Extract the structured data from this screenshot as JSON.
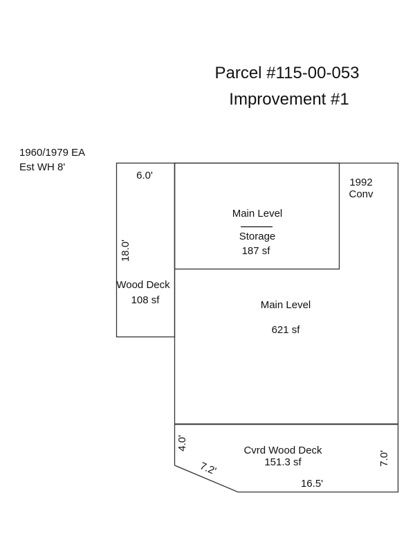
{
  "title": {
    "line1": "Parcel #115-00-053",
    "line2": "Improvement #1"
  },
  "notes": {
    "line1": "1960/1979 EA",
    "line2": "Est WH 8'"
  },
  "addition_note": {
    "line1": "1992",
    "line2": "Conv"
  },
  "areas": {
    "wood_deck": {
      "name": "Wood Deck",
      "area": "108 sf",
      "width": "6.0'",
      "length": "18.0'"
    },
    "storage": {
      "name_top": "Main Level",
      "name": "Storage",
      "area": "187 sf"
    },
    "main_level": {
      "name": "Main Level",
      "area": "621 sf"
    },
    "covered_deck": {
      "name": "Cvrd Wood Deck",
      "area": "151.3 sf",
      "left": "4.0'",
      "diagonal": "7.2'",
      "bottom": "16.5'",
      "right": "7.0'"
    }
  }
}
